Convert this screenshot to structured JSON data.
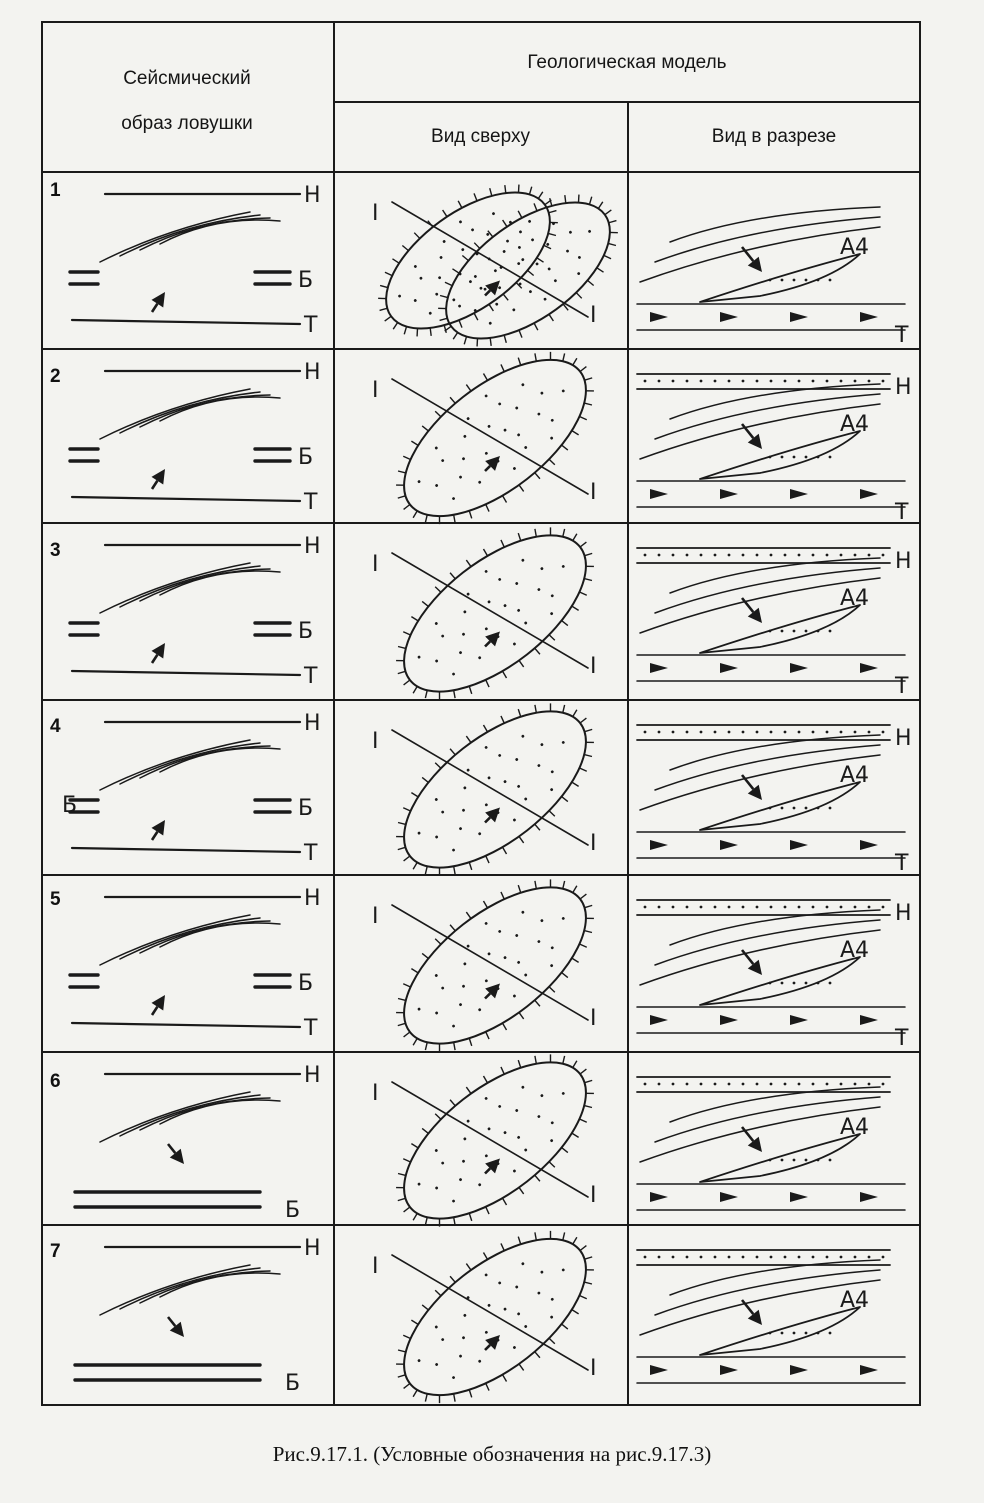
{
  "header": {
    "col1_line1": "Сейсмический",
    "col1_line2": "образ ловушки",
    "geo_model": "Геологическая модель",
    "top_view": "Вид сверху",
    "section_view": "Вид в разрезе"
  },
  "rows": [
    {
      "num": "1",
      "seismic": [
        "Н",
        "Б",
        "Т"
      ],
      "section": [
        "А4",
        "Т"
      ],
      "top": [
        "I",
        "I"
      ]
    },
    {
      "num": "2",
      "seismic": [
        "Н",
        "Б",
        "Т"
      ],
      "section": [
        "Н",
        "А4",
        "Т"
      ],
      "top": [
        "I",
        "I"
      ]
    },
    {
      "num": "3",
      "seismic": [
        "Н",
        "Б",
        "Т"
      ],
      "section": [
        "Н",
        "А4",
        "Т"
      ],
      "top": [
        "I",
        "I"
      ]
    },
    {
      "num": "4",
      "seismic": [
        "Н",
        "Б",
        "Б",
        "Т"
      ],
      "section": [
        "Н",
        "А4",
        "Т"
      ],
      "top": [
        "I",
        "I"
      ]
    },
    {
      "num": "5",
      "seismic": [
        "Н",
        "Б",
        "Т"
      ],
      "section": [
        "Н",
        "А4",
        "Т"
      ],
      "top": [
        "I",
        "I"
      ]
    },
    {
      "num": "6",
      "seismic": [
        "Н",
        "Б"
      ],
      "section": [
        "А4"
      ],
      "top": [
        "I",
        "I"
      ]
    },
    {
      "num": "7",
      "seismic": [
        "Н",
        "Б"
      ],
      "section": [
        "А4"
      ],
      "top": [
        "I",
        "I"
      ]
    }
  ],
  "caption": "Рис.9.17.1. (Условные обозначения на рис.9.17.3)"
}
